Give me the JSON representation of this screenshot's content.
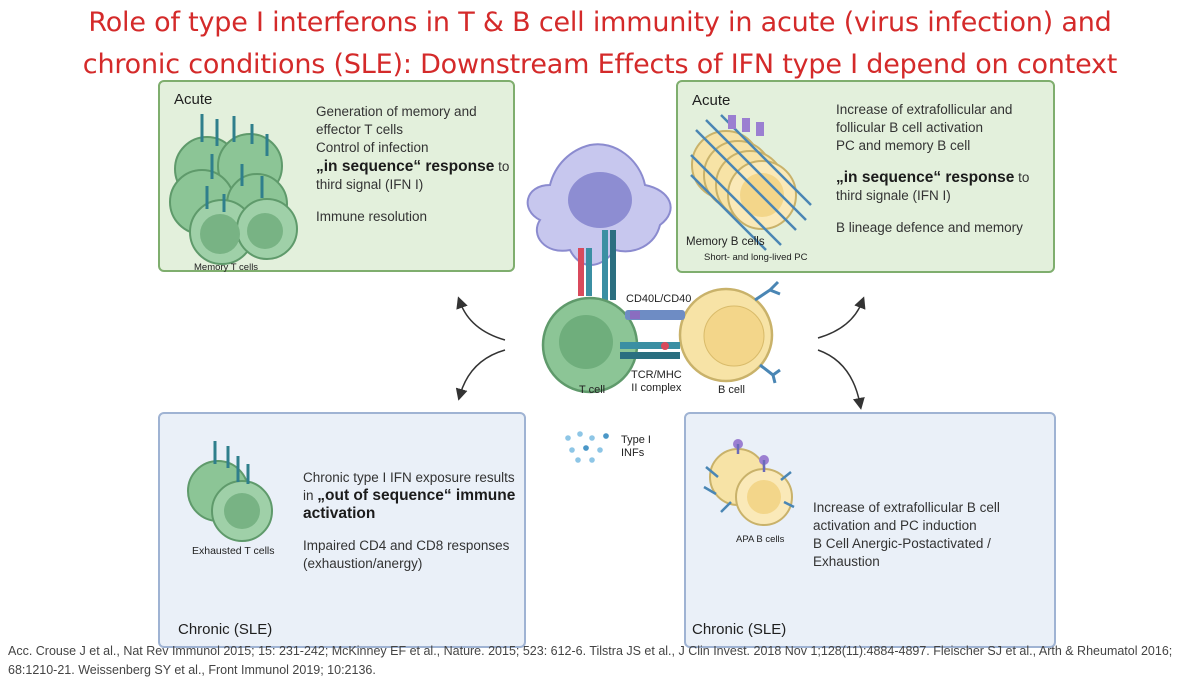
{
  "title": {
    "line1": "Role of type I interferons in T & B cell immunity in acute (virus infection) and",
    "line2": "chronic conditions (SLE): Downstream Effects of IFN type I depend on context"
  },
  "panels": {
    "top_left": {
      "label": "Acute",
      "cells_label": "Memory T cells",
      "text": {
        "l1": "Generation of memory and",
        "l2": "effector T cells",
        "l3": "Control of infection",
        "l4_bold": "„in sequence“ response",
        "l4_rest": " to",
        "l5": "third signal (IFN I)",
        "l6": "Immune resolution"
      }
    },
    "top_right": {
      "label": "Acute",
      "cells_label": "Memory B cells",
      "cells_sublabel": "Short- and long-lived PC",
      "text": {
        "l1": "Increase of extrafollicular and",
        "l2": "follicular B cell activation",
        "l3": "PC and memory B cell",
        "l4_bold": "„in sequence“ response",
        "l4_rest": " to",
        "l5": "third signale (IFN I)",
        "l6": "B lineage defence and memory"
      }
    },
    "bottom_left": {
      "label": "Chronic (SLE)",
      "cells_label": "Exhausted T cells",
      "text": {
        "l1": "Chronic type I IFN exposure results",
        "l2_pre": "in ",
        "l2_bold": "„out of sequence“ immune",
        "l3_bold": "activation",
        "l4": "Impaired CD4 and CD8 responses",
        "l5": "(exhaustion/anergy)"
      }
    },
    "bottom_right": {
      "label": "Chronic (SLE)",
      "cells_label": "APA B cells",
      "text": {
        "l1": "Increase of extrafollicular B cell",
        "l2": "activation and PC induction",
        "l3": "B Cell Anergic-Postactivated /",
        "l4": "Exhaustion"
      }
    }
  },
  "center": {
    "cd40_label": "CD40L/CD40",
    "t_cell_label": "T cell",
    "tcr_label_1": "TCR/MHC",
    "tcr_label_2": "II complex",
    "b_cell_label": "B cell",
    "ifn_label_1": "Type I",
    "ifn_label_2": "INFs"
  },
  "references": "Acc. Crouse J et al., Nat Rev Immunol 2015; 15: 231-242; McKinney EF et al., Nature. 2015; 523: 612-6. Tilstra JS et al., J Clin Invest. 2018 Nov 1;128(11):4884-4897. Fleischer SJ et al., Arth & Rheumatol 2016; 68:1210-21. Weissenberg SY et al., Front Immunol 2019; 10:2136.",
  "colors": {
    "title": "#d42a2a",
    "acute_panel": "#e3f0dc",
    "chronic_panel": "#eaf0f8",
    "t_cell": "#8cc596",
    "b_cell": "#f7e3a6",
    "dendritic_cell": "#b8b8e6"
  }
}
